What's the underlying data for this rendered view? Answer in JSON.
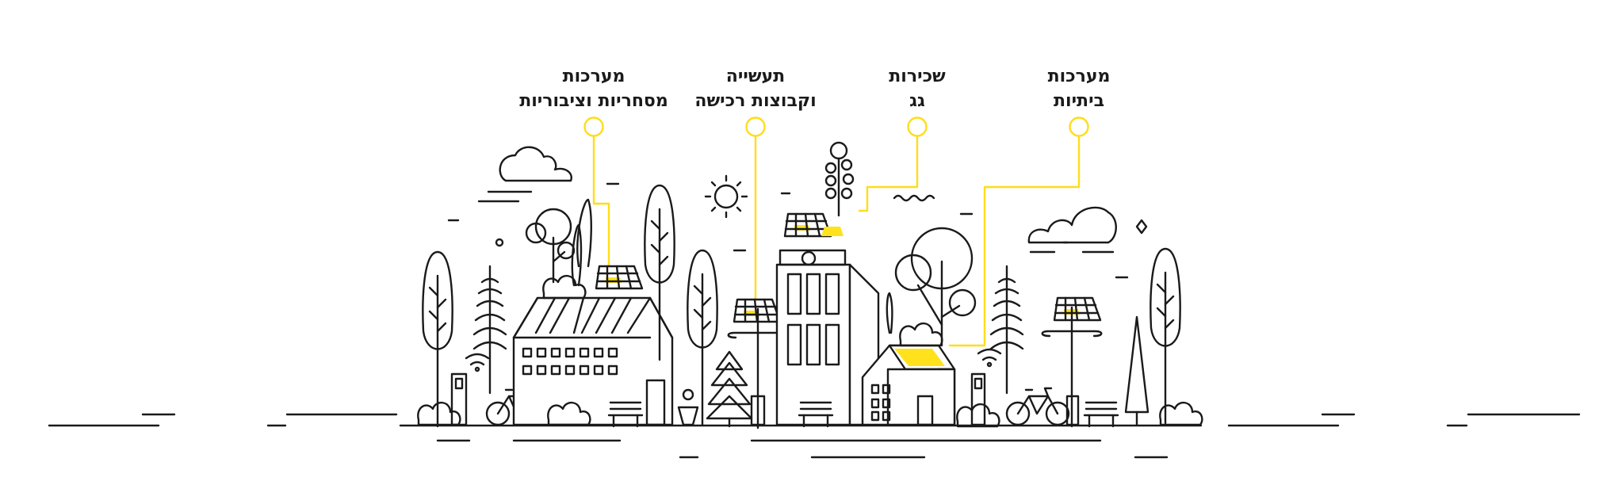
{
  "categories": [
    {
      "id": "commercial",
      "line1": "מערכות",
      "line2": "מסחריות וציבוריות",
      "icon": "commercial-building-solar-icon"
    },
    {
      "id": "industry",
      "line1": "תעשייה",
      "line2": "וקבוצות רכישה",
      "icon": "street-solar-panel-icon"
    },
    {
      "id": "roof",
      "line1": "שכירות",
      "line2": "גג",
      "icon": "tower-roof-solar-icon"
    },
    {
      "id": "home",
      "line1": "מערכות",
      "line2": "ביתיות",
      "icon": "house-roof-solar-icon"
    }
  ],
  "colors": {
    "accent": "#ffdd1a",
    "line": "#1a1a1a",
    "background": "#ffffff"
  }
}
